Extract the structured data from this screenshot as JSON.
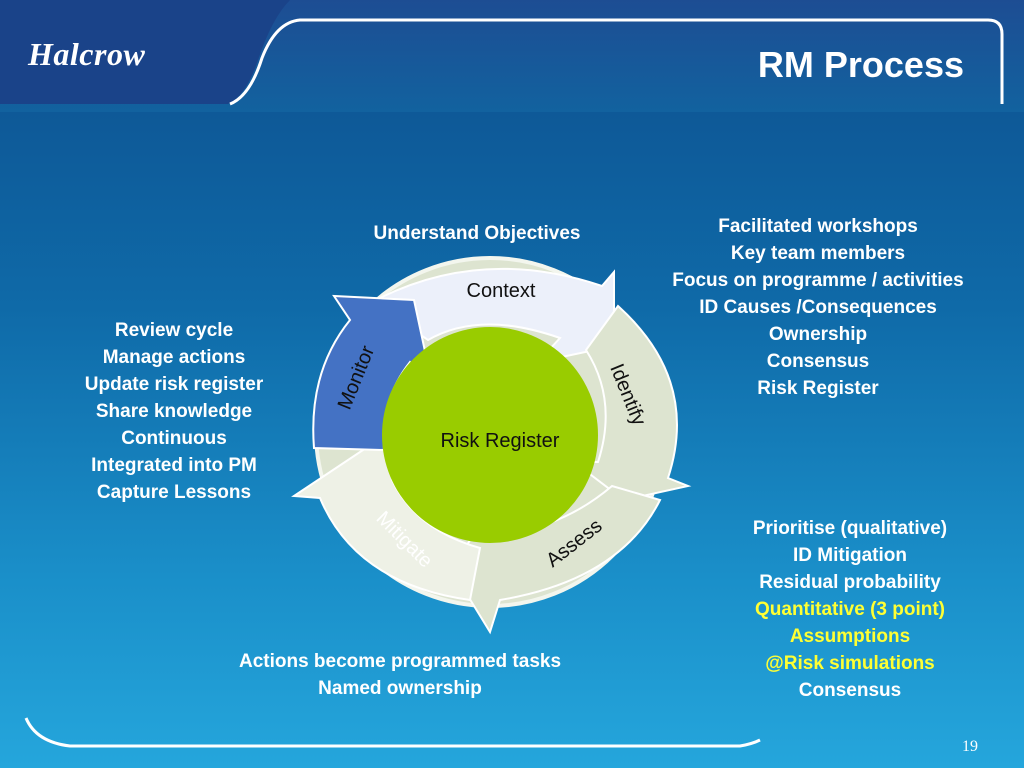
{
  "header": {
    "logo_text": "Halcrow",
    "title": "RM Process"
  },
  "colors": {
    "background_top": "#0d4f8e",
    "background_bottom": "#25a6dc",
    "ring": "#dde4d0",
    "center": "#99cc00",
    "monitor_arrow": "#4472c4",
    "highlight_text": "#ffff33"
  },
  "cycle": {
    "center_label": "Risk Register",
    "stages": {
      "context": "Context",
      "identify": "Identify",
      "assess": "Assess",
      "mitigate": "Mitigate",
      "monitor": "Monitor"
    }
  },
  "annotations": {
    "objectives": "Understand Objectives",
    "identify_notes": [
      "Facilitated workshops",
      "Key team members",
      "Focus on programme / activities",
      "ID Causes /Consequences",
      "Ownership",
      "Consensus",
      "Risk Register"
    ],
    "monitor_notes": [
      "Review cycle",
      "Manage actions",
      "Update risk register",
      "Share knowledge",
      "Continuous",
      "Integrated into PM",
      "Capture Lessons"
    ],
    "assess_notes": [
      "Prioritise (qualitative)",
      "ID Mitigation",
      "Residual probability",
      "Quantitative (3 point)",
      "Assumptions",
      "@Risk simulations",
      "Consensus"
    ],
    "mitigate_notes": [
      "Actions become programmed tasks",
      "Named ownership"
    ]
  },
  "footer": {
    "page_number": "19"
  }
}
